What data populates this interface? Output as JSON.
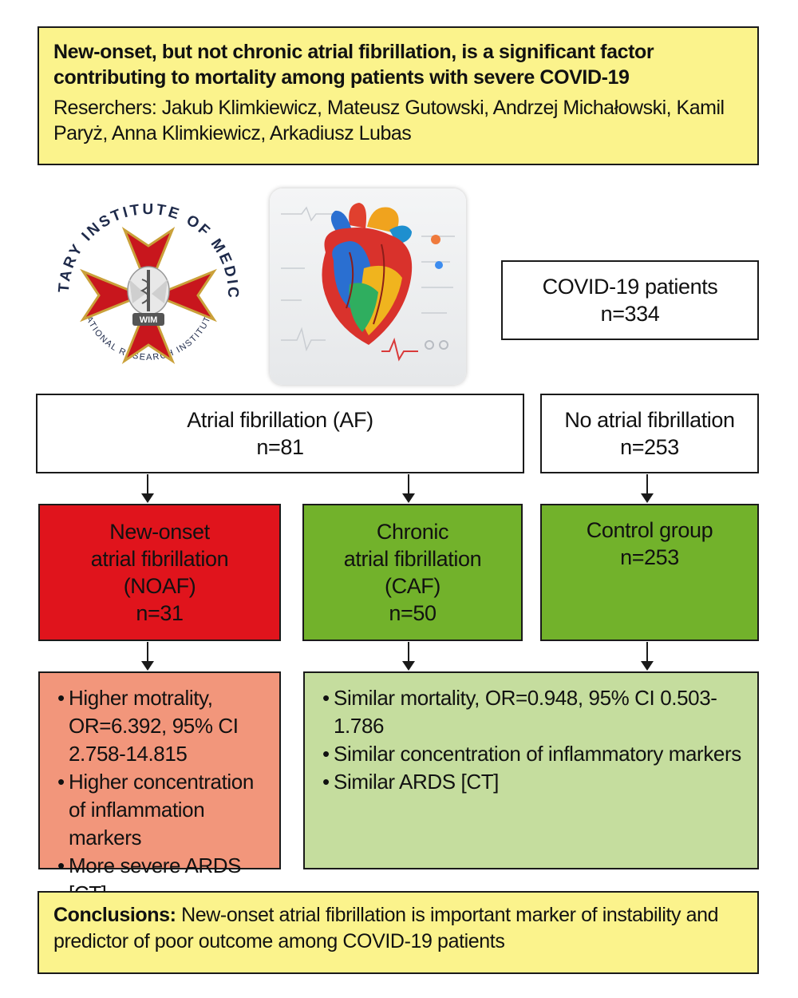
{
  "header": {
    "title": "New-onset, but not chronic atrial fibrillation, is a significant factor contributing to mortality among patients with severe COVID-19",
    "authors": "Reserchers: Jakub Klimkiewicz, Mateusz Gutowski, Andrzej Michałowski, Kamil Paryż, Anna Klimkiewicz, Arkadiusz Lubas"
  },
  "logo": {
    "top_text": "MILITARY INSTITUTE OF MEDICINE",
    "bottom_text": "NATIONAL RESEARCH INSTITUTE",
    "badge": "WIM"
  },
  "patients": {
    "label": "COVID-19 patients",
    "n": "n=334"
  },
  "af": {
    "label": "Atrial fibrillation (AF)",
    "n": "n=81"
  },
  "no_af": {
    "label": "No atrial fibrillation",
    "n": "n=253"
  },
  "noaf_group": {
    "line1": "New-onset",
    "line2": "atrial fibrillation",
    "line3": "(NOAF)",
    "n": "n=31"
  },
  "caf_group": {
    "line1": "Chronic",
    "line2": "atrial fibrillation",
    "line3": "(CAF)",
    "n": "n=50"
  },
  "control_group": {
    "label": "Control group",
    "n": "n=253"
  },
  "noaf_results": [
    "Higher motrality, OR=6.392, 95% CI 2.758-14.815",
    "Higher concentration of inflammation markers",
    "More severe ARDS [CT]"
  ],
  "similar_results": [
    "Similar mortality, OR=0.948, 95% CI 0.503-1.786",
    "Similar concentration of inflammatory markers",
    "Similar ARDS [CT]"
  ],
  "conclusion": {
    "label": "Conclusions:",
    "text": " New-onset atrial fibrillation is important marker of instability and predictor of poor outcome among COVID-19 patients"
  },
  "colors": {
    "header_bg": "#fbf38c",
    "noaf_bg": "#e0141c",
    "group_green": "#72b22b",
    "noaf_results_bg": "#f2967b",
    "similar_results_bg": "#c5dd9e"
  }
}
